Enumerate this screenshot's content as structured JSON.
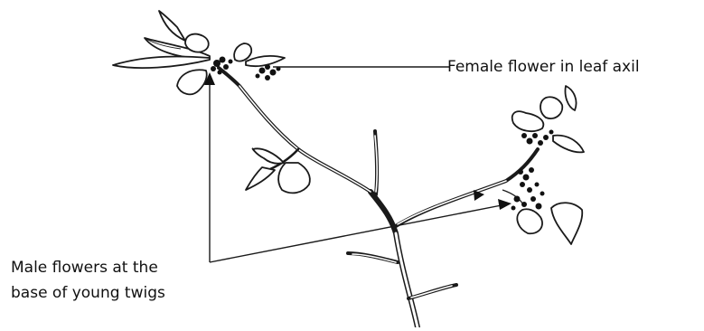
{
  "labels": {
    "female": "Female flower in leaf axil",
    "male_line1": "Male flowers at the",
    "male_line2": "base of young twigs"
  },
  "colors": {
    "stroke": "#1a1a1a",
    "leaf_fill": "#ffffff",
    "flower_fill": "#111111",
    "background": "#ffffff"
  }
}
